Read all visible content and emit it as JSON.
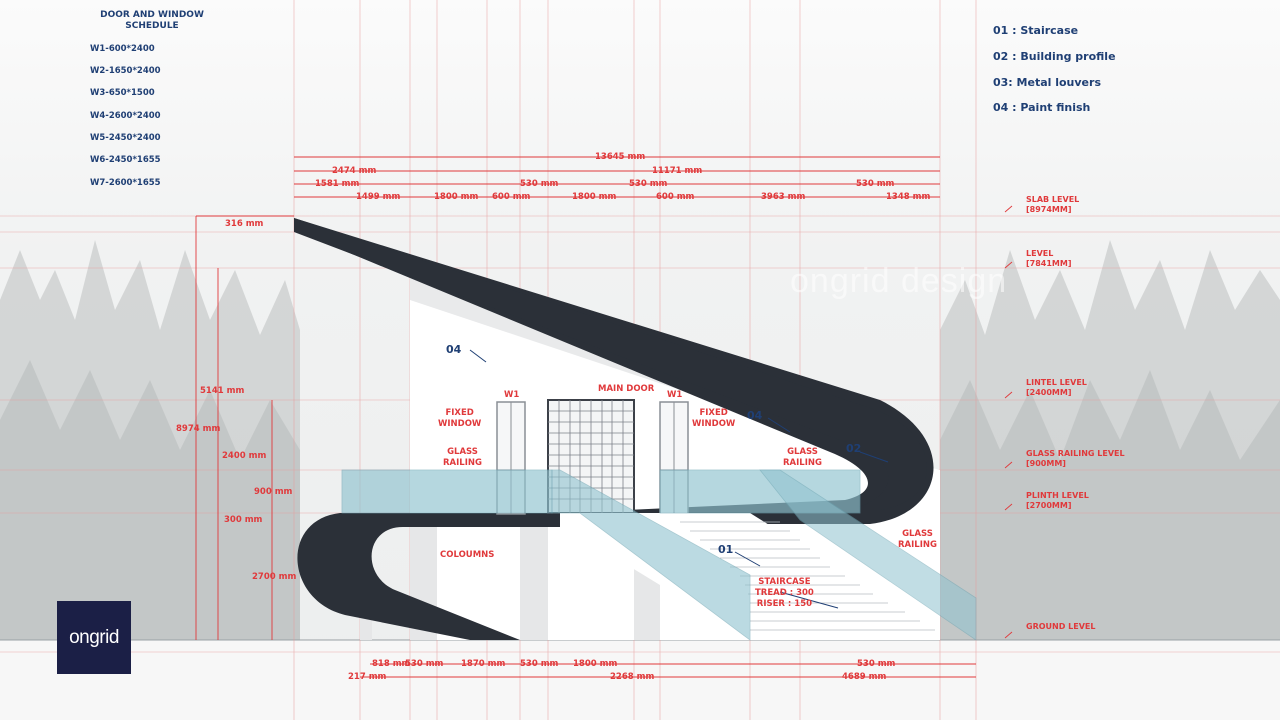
{
  "schedule": {
    "title_line1": "DOOR AND WINDOW",
    "title_line2": "SCHEDULE",
    "items": [
      "W1-600*2400",
      "W2-1650*2400",
      "W3-650*1500",
      "W4-2600*2400",
      "W5-2450*2400",
      "W6-2450*1655",
      "W7-2600*1655"
    ]
  },
  "legend": [
    "01 : Staircase",
    "02 : Building profile",
    "03:  Metal louvers",
    "04 : Paint finish"
  ],
  "levels": [
    {
      "l1": "SLAB LEVEL",
      "l2": "[8974MM]"
    },
    {
      "l1": "LEVEL",
      "l2": "[7841MM]"
    },
    {
      "l1": "LINTEL LEVEL",
      "l2": "[2400MM]"
    },
    {
      "l1": "GLASS RAILING LEVEL",
      "l2": "[900MM]"
    },
    {
      "l1": "PLINTH LEVEL",
      "l2": "[2700MM]"
    },
    {
      "l1": "GROUND LEVEL",
      "l2": ""
    }
  ],
  "top_dims": {
    "row1": [
      "13645 mm"
    ],
    "row2": [
      "2474 mm",
      "11171 mm"
    ],
    "row3": [
      "1581 mm",
      "530 mm",
      "530 mm",
      "530 mm"
    ],
    "row4": [
      "1499 mm",
      "1800 mm",
      "600 mm",
      "1800 mm",
      "600 mm",
      "3963 mm",
      "1348 mm"
    ],
    "slab": "316 mm"
  },
  "left_dims": [
    "5141 mm",
    "8974 mm",
    "2400 mm",
    "900 mm",
    "300 mm",
    "2700 mm"
  ],
  "bottom_dims": {
    "row1": [
      "818 mm",
      "530 mm",
      "1870 mm",
      "530 mm",
      "1800 mm",
      "530 mm"
    ],
    "row2": [
      "217 mm",
      "2268 mm",
      "4689 mm"
    ]
  },
  "labels": {
    "main_door": "MAIN DOOR",
    "w1_left": "W1",
    "w1_right": "W1",
    "fixed_window_left_1": "FIXED",
    "fixed_window_left_2": "WINDOW",
    "fixed_window_right_1": "FIXED",
    "fixed_window_right_2": "WINDOW",
    "glass_railing_1a": "GLASS",
    "glass_railing_1b": "RAILING",
    "glass_railing_2a": "GLASS",
    "glass_railing_2b": "RAILING",
    "glass_railing_3a": "GLASS",
    "glass_railing_3b": "RAILING",
    "columns": "COLOUMNS",
    "staircase_1": "STAIRCASE",
    "staircase_2": "TREAD : 300",
    "staircase_3": "RISER : 150"
  },
  "tags": [
    "04",
    "04",
    "02",
    "01"
  ],
  "logo": "ongrid",
  "watermark": "ongrid design",
  "colors": {
    "dimension_red": "#e0393b",
    "label_blue": "#1f3f74",
    "profile_dark": "#2b3038",
    "glass": "#8fc3cf",
    "logo_bg": "#1b1f46"
  }
}
